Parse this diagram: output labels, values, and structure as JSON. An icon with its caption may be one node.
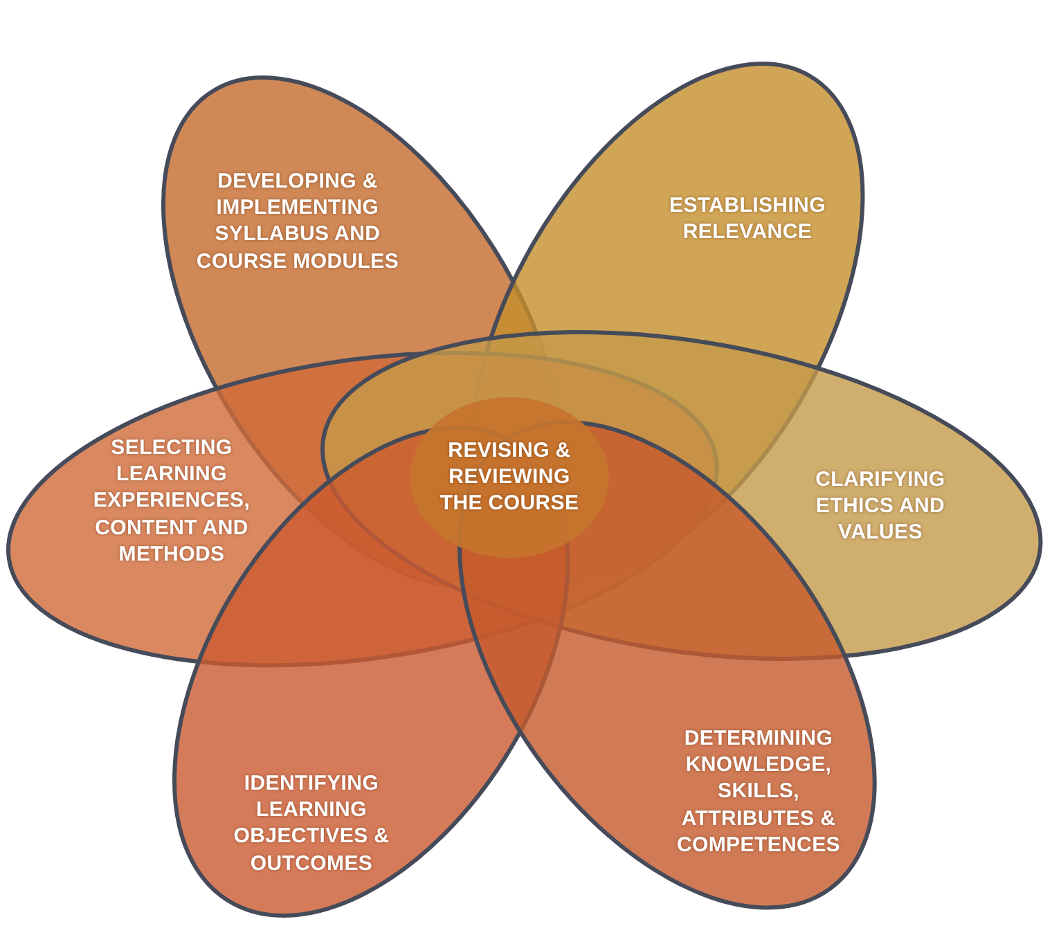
{
  "diagram": {
    "nodes": [
      {
        "text": [
          "DEVELOPING & IMPLEMENTING SYLLABUS AND COURSE MODULES"
        ]
      },
      {
        "text": [
          "ESTABLISHING RELEVANCE"
        ]
      },
      {
        "text": [
          "SELECTING LEARNING EXPERIENCES, CONTENT AND METHODS"
        ]
      },
      {
        "text": [
          "REVISING & REVIEWING THE COURSE"
        ]
      },
      {
        "text": [
          "CLARIFYING ETHICS AND VALUES"
        ]
      },
      {
        "text": [
          "IDENTIFYING LEARNING OBJECTIVES & OUTCOMES"
        ]
      },
      {
        "text": [
          "DETERMINING KNOWLEDGE, SKILLS, ATTRIBUTES & COMPETENCES"
        ]
      }
    ]
  }
}
